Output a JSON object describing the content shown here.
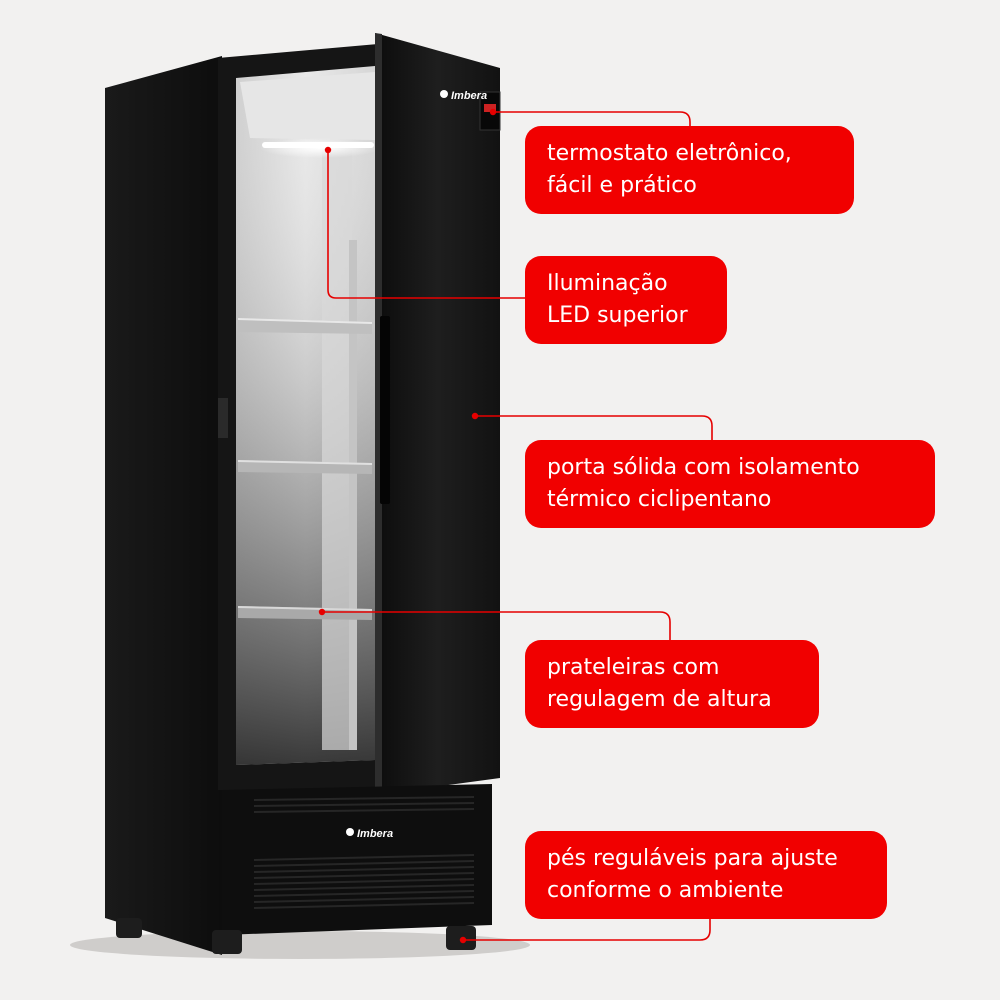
{
  "brand": {
    "door_logo": "Imbera",
    "base_logo": "Imbera"
  },
  "colors": {
    "callout_bg": "#f10000",
    "callout_text": "#ffffff",
    "leader_line": "#e60000",
    "background": "#f2f1f0",
    "cabinet": "#141414"
  },
  "callouts": [
    {
      "id": "thermostat",
      "lines": [
        "termostato eletrônico,",
        "fácil e prático"
      ]
    },
    {
      "id": "led",
      "lines": [
        "Iluminação",
        "LED superior"
      ]
    },
    {
      "id": "door",
      "lines": [
        "porta sólida com isolamento",
        "térmico ciclipentano"
      ]
    },
    {
      "id": "shelves",
      "lines": [
        "prateleiras com",
        "regulagem de altura"
      ]
    },
    {
      "id": "feet",
      "lines": [
        "pés reguláveis para ajuste",
        "conforme o ambiente"
      ]
    }
  ]
}
